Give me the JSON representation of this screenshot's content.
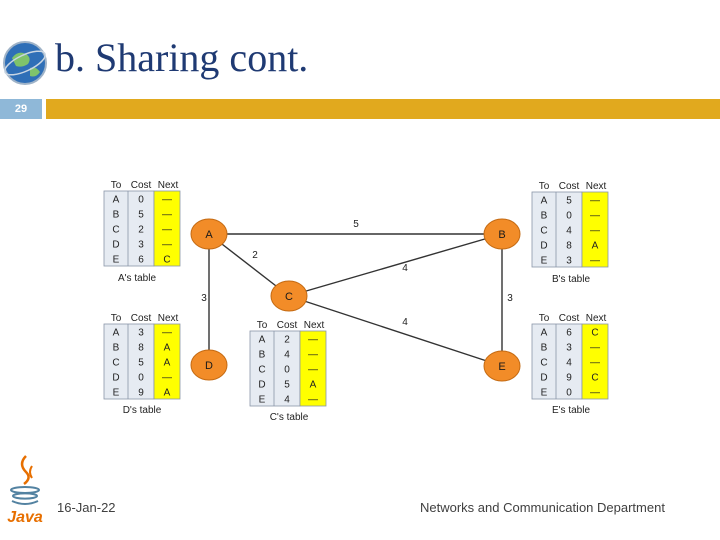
{
  "slide": {
    "title": "b. Sharing cont.",
    "number": "29",
    "date": "16-Jan-22",
    "department": "Networks and Communication Department",
    "java_text": "Java"
  },
  "colors": {
    "node_fill": "#f28c28",
    "next_column": "#ffff00",
    "table_bg": "#e6ebf2",
    "title": "#1f3a73",
    "bar": "#e1a91e",
    "slide_number_bg": "#8fb8d8"
  },
  "diagram": {
    "headers": {
      "to": "To",
      "cost": "Cost",
      "next": "Next"
    },
    "nodes": [
      {
        "id": "A",
        "label": "A"
      },
      {
        "id": "B",
        "label": "B"
      },
      {
        "id": "C",
        "label": "C"
      },
      {
        "id": "D",
        "label": "D"
      },
      {
        "id": "E",
        "label": "E"
      }
    ],
    "links": [
      {
        "from": "A",
        "to": "B",
        "cost": "5"
      },
      {
        "from": "A",
        "to": "C",
        "cost": "2"
      },
      {
        "from": "A",
        "to": "D",
        "cost": "3"
      },
      {
        "from": "C",
        "to": "B",
        "cost": "4"
      },
      {
        "from": "C",
        "to": "E",
        "cost": "4"
      },
      {
        "from": "B",
        "to": "E",
        "cost": "3"
      }
    ],
    "tables": [
      {
        "node": "A",
        "caption": "A's table",
        "rows": [
          {
            "to": "A",
            "cost": "0",
            "next": "—"
          },
          {
            "to": "B",
            "cost": "5",
            "next": "—"
          },
          {
            "to": "C",
            "cost": "2",
            "next": "—"
          },
          {
            "to": "D",
            "cost": "3",
            "next": "—"
          },
          {
            "to": "E",
            "cost": "6",
            "next": "C"
          }
        ]
      },
      {
        "node": "B",
        "caption": "B's table",
        "rows": [
          {
            "to": "A",
            "cost": "5",
            "next": "—"
          },
          {
            "to": "B",
            "cost": "0",
            "next": "—"
          },
          {
            "to": "C",
            "cost": "4",
            "next": "—"
          },
          {
            "to": "D",
            "cost": "8",
            "next": "A"
          },
          {
            "to": "E",
            "cost": "3",
            "next": "—"
          }
        ]
      },
      {
        "node": "C",
        "caption": "C's table",
        "rows": [
          {
            "to": "A",
            "cost": "2",
            "next": "—"
          },
          {
            "to": "B",
            "cost": "4",
            "next": "—"
          },
          {
            "to": "C",
            "cost": "0",
            "next": "—"
          },
          {
            "to": "D",
            "cost": "5",
            "next": "A"
          },
          {
            "to": "E",
            "cost": "4",
            "next": "—"
          }
        ]
      },
      {
        "node": "D",
        "caption": "D's table",
        "rows": [
          {
            "to": "A",
            "cost": "3",
            "next": "—"
          },
          {
            "to": "B",
            "cost": "8",
            "next": "A"
          },
          {
            "to": "C",
            "cost": "5",
            "next": "A"
          },
          {
            "to": "D",
            "cost": "0",
            "next": "—"
          },
          {
            "to": "E",
            "cost": "9",
            "next": "A"
          }
        ]
      },
      {
        "node": "E",
        "caption": "E's table",
        "rows": [
          {
            "to": "A",
            "cost": "6",
            "next": "C"
          },
          {
            "to": "B",
            "cost": "3",
            "next": "—"
          },
          {
            "to": "C",
            "cost": "4",
            "next": "—"
          },
          {
            "to": "D",
            "cost": "9",
            "next": "C"
          },
          {
            "to": "E",
            "cost": "0",
            "next": "—"
          }
        ]
      }
    ]
  }
}
